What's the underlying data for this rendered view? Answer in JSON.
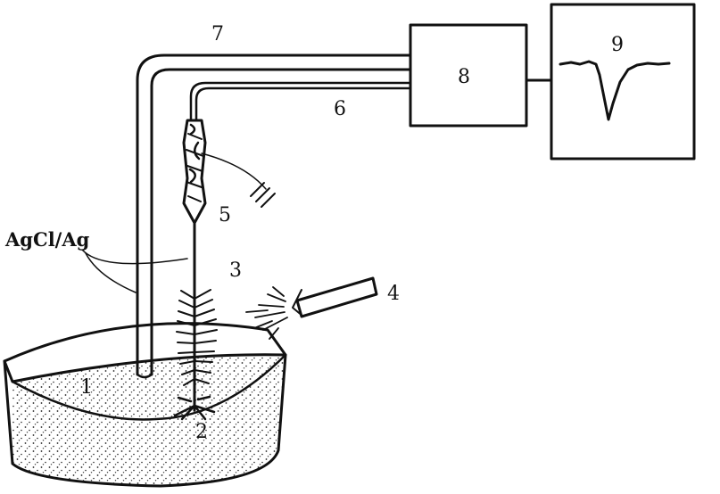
{
  "labels": {
    "n1": "1",
    "n2": "2",
    "n3": "3",
    "n4": "4",
    "n5": "5",
    "n6": "6",
    "n7": "7",
    "n8": "8",
    "n9": "9",
    "electrode": "AgCl/Ag"
  }
}
